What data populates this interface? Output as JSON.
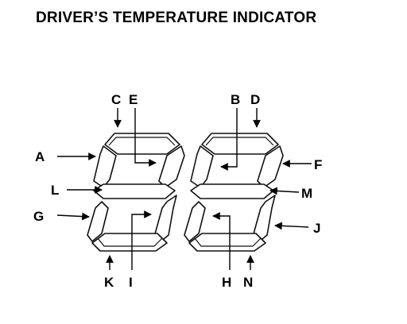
{
  "title": "DRIVER’S TEMPERATURE INDICATOR",
  "labels": {
    "A": "A",
    "B": "B",
    "C": "C",
    "D": "D",
    "E": "E",
    "F": "F",
    "G": "G",
    "H": "H",
    "I": "I",
    "J": "J",
    "K": "K",
    "L": "L",
    "M": "M",
    "N": "N"
  }
}
